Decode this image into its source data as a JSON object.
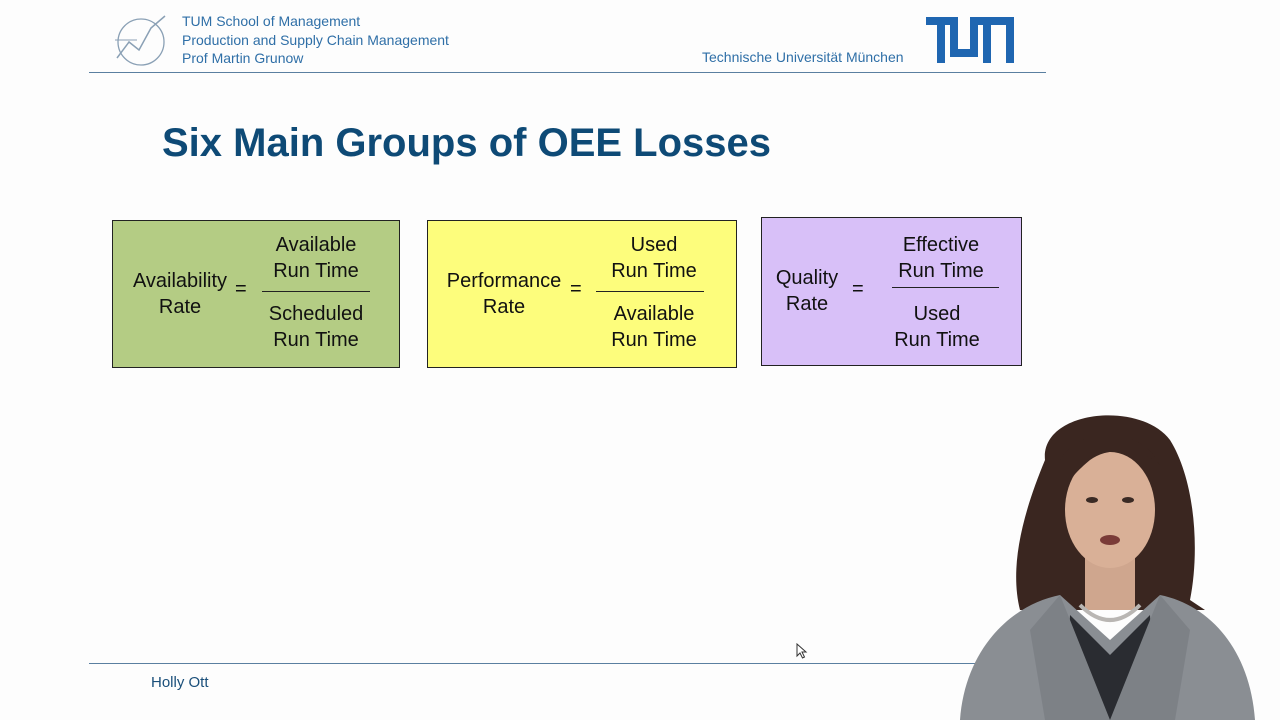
{
  "header": {
    "school": "TUM School of Management",
    "chair": "Production and Supply Chain Management",
    "professor": "Prof Martin Grunow",
    "university": "Technische Universität München"
  },
  "slide": {
    "title": "Six Main Groups of OEE Losses",
    "formulas": [
      {
        "lhs_line1": "Availability",
        "lhs_line2": "Rate",
        "eq": "=",
        "num_line1": "Available",
        "num_line2": "Run Time",
        "den_line1": "Scheduled",
        "den_line2": "Run Time",
        "color": "#b4cc84"
      },
      {
        "lhs_line1": "Performance",
        "lhs_line2": "Rate",
        "eq": "=",
        "num_line1": "Used",
        "num_line2": "Run Time",
        "den_line1": "Available",
        "den_line2": "Run Time",
        "color": "#fdfd7c"
      },
      {
        "lhs_line1": "Quality",
        "lhs_line2": "Rate",
        "eq": "=",
        "num_line1": "Effective",
        "num_line2": "Run Time",
        "den_line1": "Used",
        "den_line2": "Run Time",
        "color": "#d8c0f8"
      }
    ]
  },
  "footer": {
    "presenter_name": "Holly Ott"
  },
  "colors": {
    "brand_blue": "#2f6fa7",
    "title_blue": "#0e4a76",
    "rule": "#5a7fa0"
  }
}
